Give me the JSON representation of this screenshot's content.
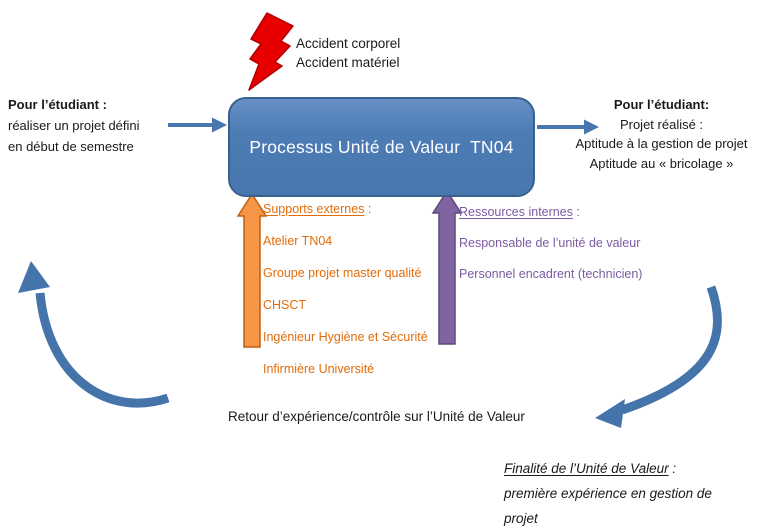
{
  "colors": {
    "process_fill": "#4a77ae",
    "process_border": "#39618e",
    "arrow_blue": "#4876ae",
    "supports_text_orange": "#e36c09",
    "supports_arrow_fill": "#f79646",
    "supports_arrow_border": "#c05f10",
    "resources_text_purple": "#7c5ba3",
    "resources_arrow_fill": "#8064a2",
    "resources_arrow_border": "#5e4a75",
    "hazard_red": "#e80000"
  },
  "hazard": {
    "lines": [
      "Accident corporel",
      "Accident matériel"
    ]
  },
  "left_input": {
    "title": "Pour l’étudiant :",
    "lines": [
      "réaliser un projet défini",
      "en début de semestre"
    ]
  },
  "process_box": {
    "label": "Processus Unité de Valeur  TN04"
  },
  "right_output": {
    "title": "Pour l’étudiant:",
    "lines": [
      "Projet réalisé :",
      "Aptitude à la gestion de projet",
      "Aptitude au « bricolage »"
    ]
  },
  "external_supports": {
    "heading": "Supports externes",
    "heading_suffix": " :",
    "items": [
      "Atelier TN04",
      "Groupe projet master qualité",
      "CHSCT",
      "Ingénieur Hygiène et Sécurité",
      "Infirmière Université"
    ]
  },
  "internal_resources": {
    "heading": "Ressources internes",
    "heading_suffix": " :",
    "items": [
      "Responsable de l’unité de valeur",
      "Personnel encadrent (technicien)"
    ]
  },
  "feedback": {
    "label": "Retour d’expérience/contrôle sur l’Unité de Valeur"
  },
  "purpose": {
    "heading": "Finalité de l’Unité de Valeur",
    "heading_suffix": " :",
    "lines": [
      "première expérience en gestion de",
      "projet"
    ]
  }
}
